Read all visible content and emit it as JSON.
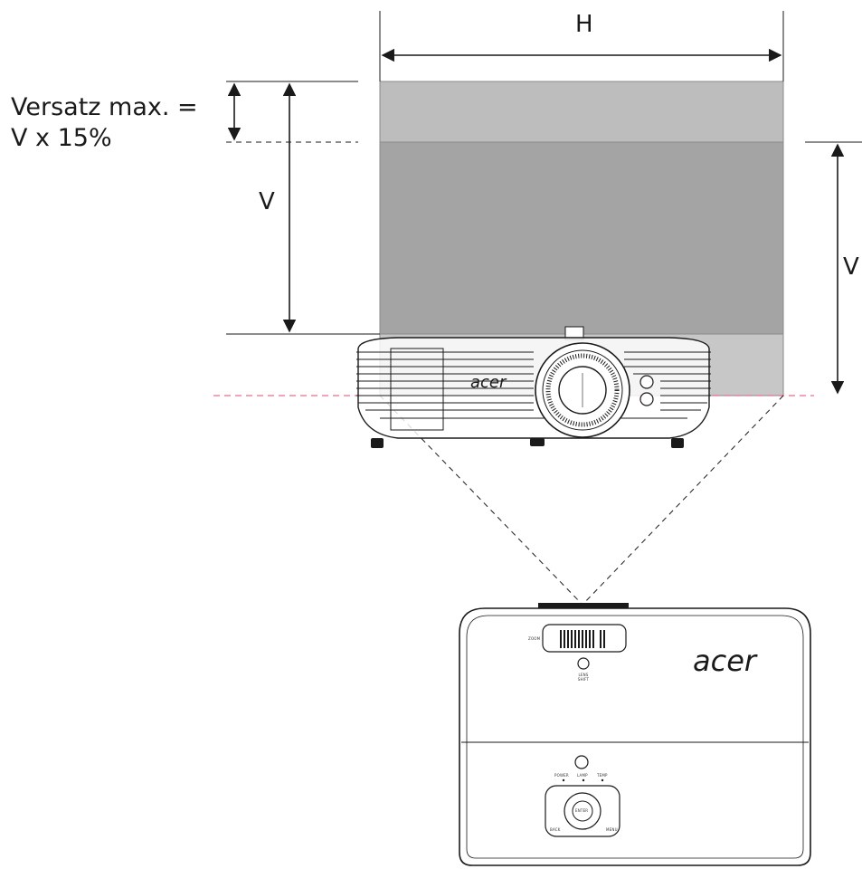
{
  "labels": {
    "offset_line1": "Versatz max. =",
    "offset_line2": "V x 15%",
    "width": "H",
    "height_left": "V",
    "height_right": "V"
  },
  "projector_front": {
    "brand": "acer"
  },
  "projector_top": {
    "brand": "acer",
    "zoom_label": "ZOOM",
    "lens_shift_label": "LENS SHIFT",
    "indicators": [
      "POWER",
      "LAMP",
      "TEMP"
    ],
    "keypad_center": "ENTER",
    "keypad_left": "BACK",
    "keypad_right": "MENU"
  },
  "colors": {
    "screen_light": "#bdbdbd",
    "screen_dark": "#a4a4a4",
    "lens_axis": "#e0708a",
    "line": "#1a1a1a"
  }
}
